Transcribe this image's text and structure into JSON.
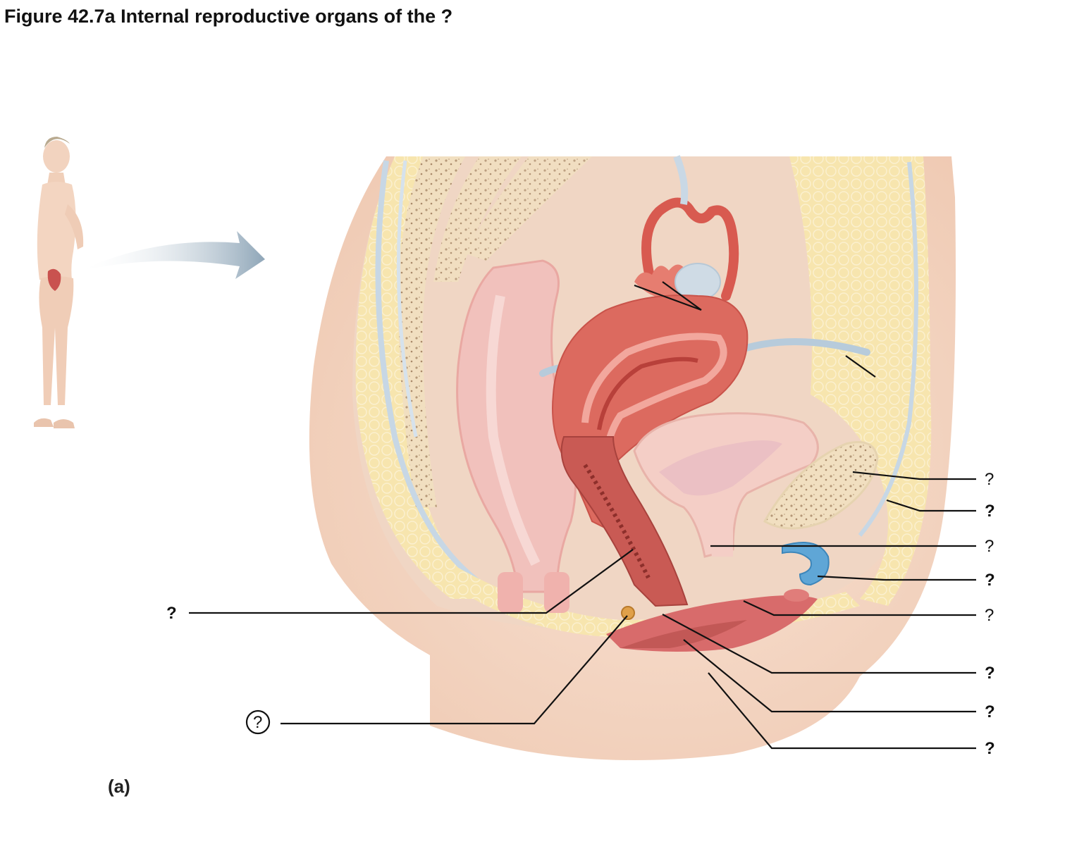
{
  "title": "Figure 42.7a  Internal reproductive organs of the ?",
  "part_label": "(a)",
  "labels": [
    {
      "id": "right-1",
      "text": "?",
      "bold": false
    },
    {
      "id": "right-2",
      "text": "?",
      "bold": true
    },
    {
      "id": "right-3",
      "text": "?",
      "bold": false
    },
    {
      "id": "right-4",
      "text": "?",
      "bold": true
    },
    {
      "id": "right-5",
      "text": "?",
      "bold": false
    },
    {
      "id": "right-6",
      "text": "?",
      "bold": true
    },
    {
      "id": "right-7",
      "text": "?",
      "bold": true
    },
    {
      "id": "right-8",
      "text": "?",
      "bold": true
    },
    {
      "id": "left-1",
      "text": "?",
      "bold": true
    },
    {
      "id": "left-circled",
      "text": "?",
      "bold": false
    }
  ],
  "colors": {
    "skin": "#f6dccb",
    "fat": "#f7e6b0",
    "bone": "#f3e3c3",
    "uterus": "#e0685e",
    "rectum": "#f0bcb8",
    "bladder": "#f5cfc8",
    "vessel": "#c8d8e6",
    "arrow": "#9fb4c4"
  }
}
